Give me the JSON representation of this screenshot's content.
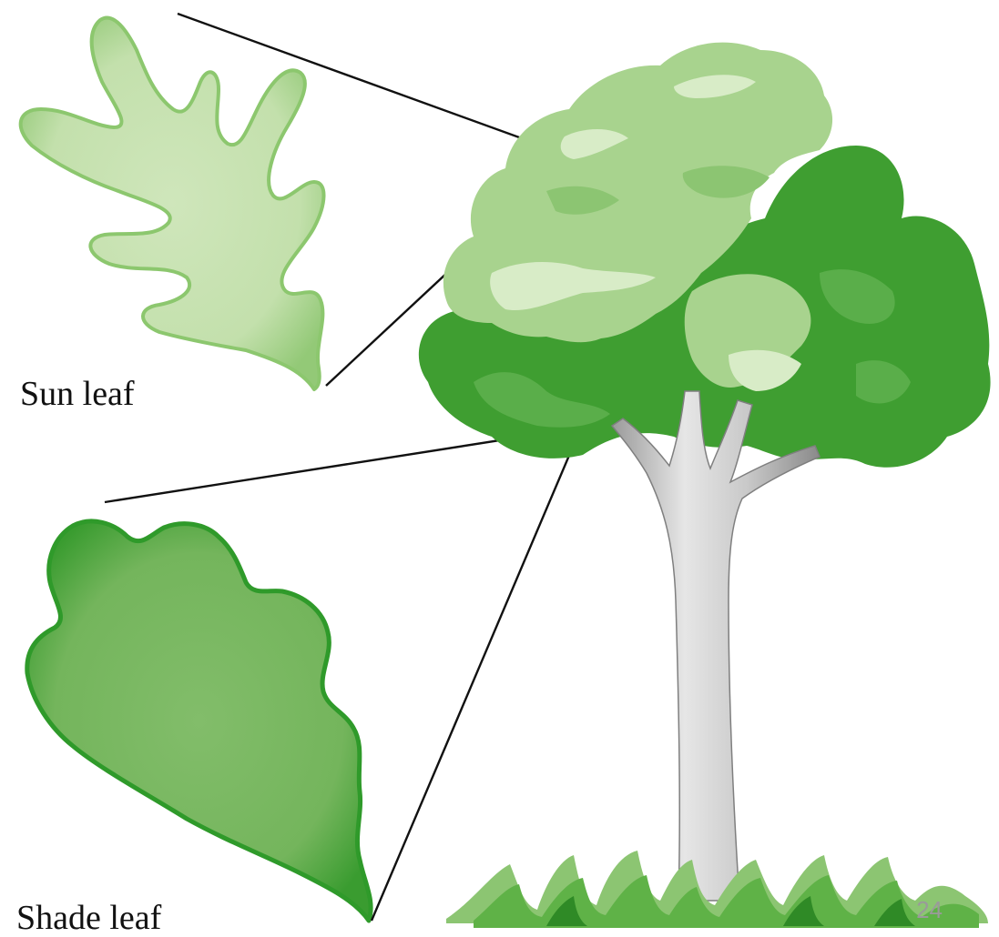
{
  "labels": {
    "sun_leaf": "Sun leaf",
    "shade_leaf": "Shade leaf"
  },
  "page_number": "24",
  "colors": {
    "sun_leaf_fill": "#c6e2b0",
    "sun_leaf_edge": "#8cc76e",
    "shade_leaf_fill": "#79b861",
    "shade_leaf_edge": "#2f9a2a",
    "canopy_light": "#a9d38f",
    "canopy_dark": "#3a9a2e",
    "highlight": "#d8ecc7",
    "trunk": "#c8c8c8",
    "trunk_shadow": "#8e8e8e",
    "grass": "#5fb247",
    "callout_line": "#111111"
  }
}
